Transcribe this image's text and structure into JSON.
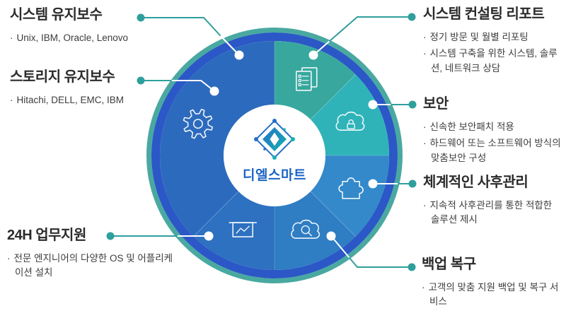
{
  "colors": {
    "background": "#ffffff",
    "heading_text": "#2b2b2b",
    "body_text": "#3c3c3c",
    "connector_teal": "#2f9f9c",
    "connector_white": "#ffffff",
    "outer_ring": "#49a9a1",
    "inner_ring": "#2b58c6",
    "center_circle": "#ffffff",
    "segment_divider": "rgba(255,255,255,0.16)",
    "icon_stroke": "#ffffff",
    "logo_text": "#1a63c4",
    "logo_blue": "#2470c8",
    "logo_teal": "#16b2b0"
  },
  "bullet_char": "·",
  "chart_data": {
    "type": "pie",
    "subtype": "donut",
    "center_label": "디엘스마트",
    "legend_position": "around",
    "segments": [
      {
        "id": "system-consulting-report",
        "label": "시스템 컨설팅 리포트",
        "start_angle": 0,
        "end_angle": 45,
        "color": "#38a89f",
        "icon": "report-icon"
      },
      {
        "id": "security",
        "label": "보안",
        "start_angle": 45,
        "end_angle": 90,
        "color": "#2fb3b9",
        "icon": "cloud-lock-icon"
      },
      {
        "id": "aftercare",
        "label": "체계적인 사후관리",
        "start_angle": 90,
        "end_angle": 135,
        "color": "#3389ca",
        "icon": "puzzle-icon"
      },
      {
        "id": "backup-recovery",
        "label": "백업 복구",
        "start_angle": 135,
        "end_angle": 180,
        "color": "#2f7dc3",
        "icon": "cloud-search-icon"
      },
      {
        "id": "support-24h",
        "label": "24H 업무지원",
        "start_angle": 180,
        "end_angle": 225,
        "color": "#2d71c0",
        "icon": "presentation-icon"
      },
      {
        "id": "maintenance",
        "label": "시스템·스토리지 유지보수",
        "start_angle": 225,
        "end_angle": 360,
        "color": "#2c6abd",
        "icon": "gear-icon"
      }
    ]
  },
  "callouts": [
    {
      "id": "system-maintenance",
      "side": "left",
      "heading": "시스템 유지보수",
      "bullets": [
        "Unix, IBM, Oracle, Lenovo"
      ]
    },
    {
      "id": "storage-maintenance",
      "side": "left",
      "heading": "스토리지 유지보수",
      "bullets": [
        "Hitachi, DELL, EMC, IBM"
      ]
    },
    {
      "id": "support-24h",
      "side": "left",
      "heading": "24H 업무지원",
      "bullets": [
        "전문 엔지니어의 다양한 OS 및 어플리케이션 설치"
      ]
    },
    {
      "id": "system-consulting-report",
      "side": "right",
      "heading": "시스템 컨설팅 리포트",
      "bullets": [
        "정기 방문 및 월별 리포팅",
        "시스템 구축을 위한 시스템, 솔루션, 네트워크 상담"
      ]
    },
    {
      "id": "security",
      "side": "right",
      "heading": "보안",
      "bullets": [
        "신속한 보안패치 적용",
        "하드웨어 또는 소프트웨어 방식의 맞춤보안 구성"
      ]
    },
    {
      "id": "aftercare",
      "side": "right",
      "heading": "체계적인 사후관리",
      "bullets": [
        "지속적 사후관리를 통한 적합한 솔루션 제시"
      ]
    },
    {
      "id": "backup-recovery",
      "side": "right",
      "heading": "백업 복구",
      "bullets": [
        "고객의 맞춤 지원 백업 및 복구 서비스"
      ]
    }
  ]
}
